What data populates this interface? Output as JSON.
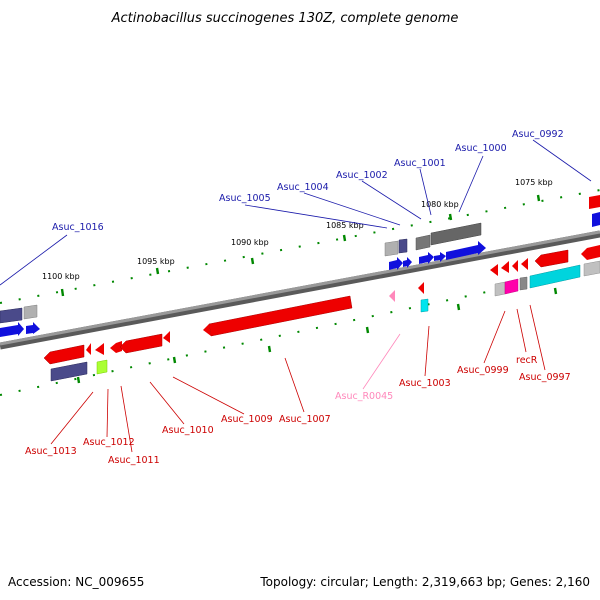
{
  "title": "Actinobacillus succinogenes 130Z, complete genome",
  "footer": {
    "accession": "Accession: NC_009655",
    "summary": "Topology: circular; Length: 2,319,663 bp; Genes: 2,160"
  },
  "colors": {
    "forward_label": "#1a1aaa",
    "reverse_label": "#cc0000",
    "rna_label": "#ff88bb",
    "backbone": "#7a7a7a",
    "ticks": "#008800"
  },
  "kbp_labels": [
    "1075 kbp",
    "1080 kbp",
    "1085 kbp",
    "1090 kbp",
    "1095 kbp",
    "1100 kbp"
  ],
  "forward_genes": [
    {
      "id": "Asuc_0992"
    },
    {
      "id": "Asuc_1000"
    },
    {
      "id": "Asuc_1001"
    },
    {
      "id": "Asuc_1002"
    },
    {
      "id": "Asuc_1004"
    },
    {
      "id": "Asuc_1005"
    },
    {
      "id": "Asuc_1016"
    }
  ],
  "reverse_genes": [
    {
      "id": "Asuc_0997"
    },
    {
      "id": "recR"
    },
    {
      "id": "Asuc_0999"
    },
    {
      "id": "Asuc_1003"
    },
    {
      "id": "Asuc_R0045"
    },
    {
      "id": "Asuc_1007"
    },
    {
      "id": "Asuc_1009"
    },
    {
      "id": "Asuc_1010"
    },
    {
      "id": "Asuc_1011"
    },
    {
      "id": "Asuc_1012"
    },
    {
      "id": "Asuc_1013"
    }
  ]
}
